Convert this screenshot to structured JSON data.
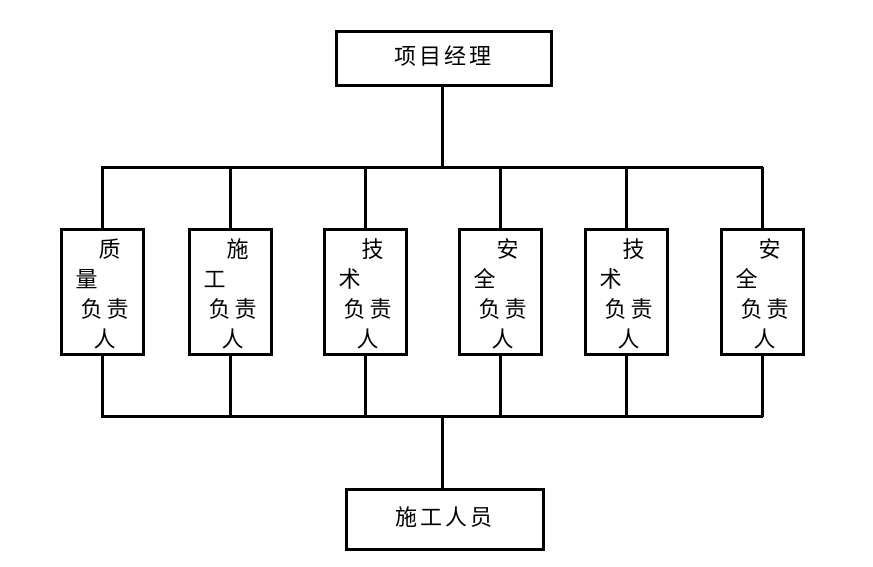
{
  "diagram": {
    "background": "#ffffff",
    "line_color": "#000000",
    "text_color": "#000000",
    "top_box": {
      "label": "项目经理"
    },
    "middle_boxes": [
      {
        "label": "质量负责人",
        "lines": [
          "质",
          "量",
          "负责",
          "人"
        ]
      },
      {
        "label": "施工负责人",
        "lines": [
          "施",
          "工",
          "负责",
          "人"
        ]
      },
      {
        "label": "技术负责人",
        "lines": [
          "技",
          "术",
          "负责",
          "人"
        ]
      },
      {
        "label": "安全负责人",
        "lines": [
          "安",
          "全",
          "负责",
          "人"
        ]
      },
      {
        "label": "技术负责人",
        "lines": [
          "技",
          "术",
          "负责",
          "人"
        ]
      },
      {
        "label": "安全负责人",
        "lines": [
          "安",
          "全",
          "负责",
          "人"
        ]
      }
    ],
    "bottom_box": {
      "label": "施工人员"
    }
  }
}
